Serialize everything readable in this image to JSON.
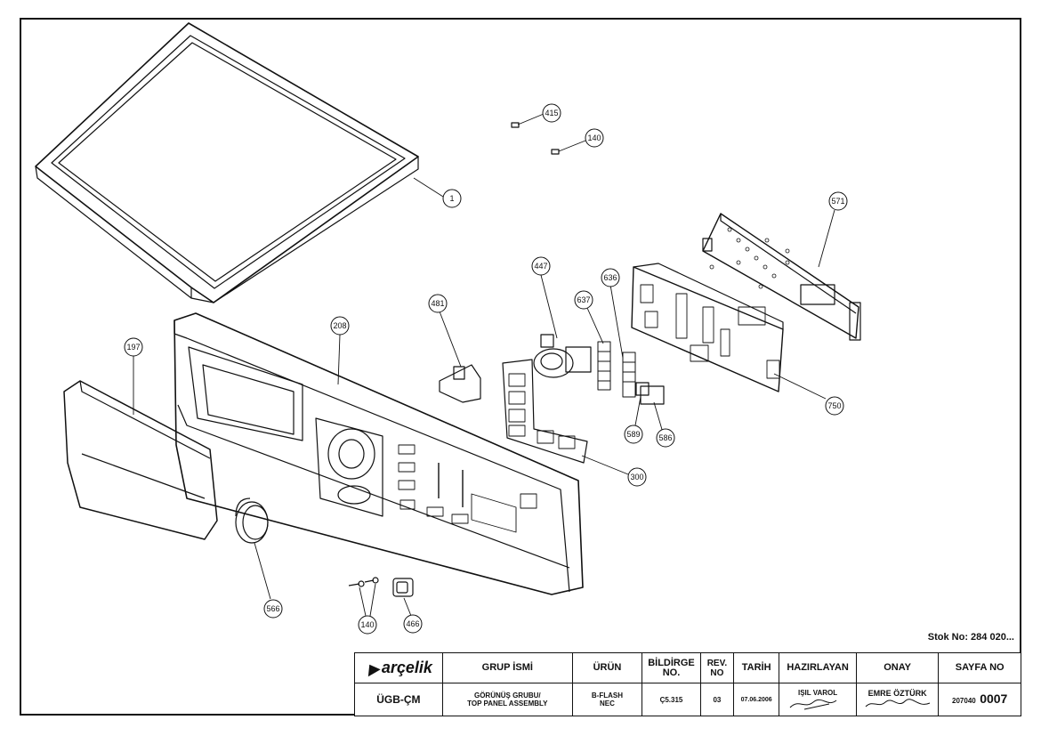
{
  "stock_no": "Stok No: 284 020...",
  "callouts": [
    "415",
    "140",
    "1",
    "571",
    "447",
    "636",
    "637",
    "481",
    "208",
    "197",
    "750",
    "589",
    "586",
    "300",
    "566",
    "140",
    "466"
  ],
  "title_block": {
    "brand": "arçelik",
    "headers": {
      "group_name": "GRUP İSMİ",
      "product": "ÜRÜN",
      "notice_no": "BİLDİRGE NO.",
      "rev_no": "REV. NO",
      "date": "TARİH",
      "prepared_by": "HAZIRLAYAN",
      "approval": "ONAY",
      "page_no": "SAYFA NO"
    },
    "values": {
      "code": "ÜGB-ÇM",
      "group_name_line1": "GÖRÜNÜŞ GRUBU/",
      "group_name_line2": "TOP PANEL ASSEMBLY",
      "product_line1": "B-FLASH",
      "product_line2": "NEC",
      "notice_no": "Ç5.315",
      "rev_no": "03",
      "date": "07.06.2006",
      "prepared_by": "IŞIL VAROL",
      "approval": "EMRE ÖZTÜRK",
      "page_prefix": "207040",
      "page_suffix": "0007"
    }
  }
}
